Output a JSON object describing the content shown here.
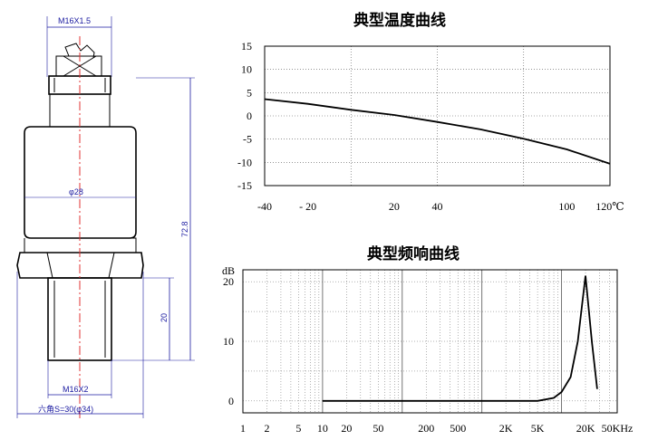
{
  "drawing": {
    "dim_top_thread": "M16X1.5",
    "dim_body_dia": "φ28",
    "dim_total_len": "72.8",
    "dim_thread_len": "20",
    "dim_bottom_thread": "M16X2",
    "dim_hex": "六角S=30(φ34)"
  },
  "temp_chart": {
    "title": "典型温度曲线",
    "y_ticks": [
      "15",
      "10",
      "5",
      "0",
      "-5",
      "-10",
      "-15"
    ],
    "x_ticks": [
      "-40",
      "- 20",
      "20",
      "40",
      "100",
      "120℃"
    ]
  },
  "freq_chart": {
    "title": "典型频响曲线",
    "y_unit": "dB",
    "y_ticks": [
      "20",
      "10",
      "0"
    ],
    "x_ticks": [
      "1",
      "2",
      "5",
      "10",
      "20",
      "50",
      "200",
      "500",
      "2K",
      "5K",
      "20K",
      "50KHz"
    ]
  },
  "chart_data": [
    {
      "type": "line",
      "title": "典型温度曲线",
      "xlabel": "℃",
      "ylabel": "",
      "x": [
        -40,
        -20,
        0,
        20,
        40,
        60,
        80,
        100,
        120
      ],
      "y": [
        3.6,
        2.6,
        1.3,
        0.2,
        -1.3,
        -2.9,
        -4.9,
        -7.2,
        -10.3
      ],
      "xlim": [
        -40,
        120
      ],
      "ylim": [
        -15,
        15
      ],
      "grid": true
    },
    {
      "type": "line",
      "title": "典型频响曲线",
      "xlabel": "Hz",
      "ylabel": "dB",
      "x_scale": "log",
      "x": [
        10,
        100,
        1000,
        2000,
        3000,
        5000,
        8000,
        10000,
        13000,
        16000,
        20000,
        24000,
        28000
      ],
      "y": [
        0,
        0,
        0,
        0,
        0,
        0,
        0.5,
        1.5,
        4,
        10,
        21,
        10,
        2
      ],
      "xlim": [
        1,
        50000
      ],
      "ylim": [
        -2,
        22
      ],
      "grid": true
    }
  ]
}
